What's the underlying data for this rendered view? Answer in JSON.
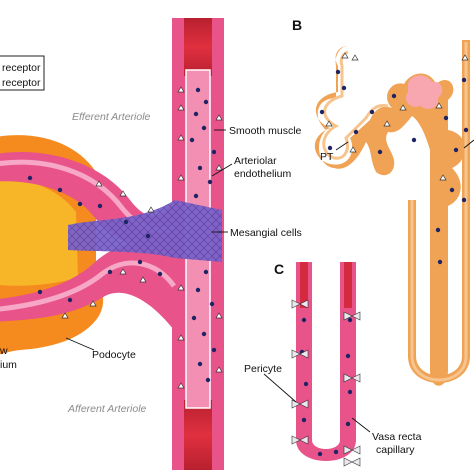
{
  "legend": {
    "row1": "receptor",
    "row2": "receptor"
  },
  "panel_a": {
    "efferent": "Efferent Arteriole",
    "afferent": "Afferent Arteriole",
    "smooth_muscle": "Smooth muscle",
    "endo_line1": "Arteriolar",
    "endo_line2": "endothelium",
    "mesangial": "Mesangial cells",
    "podocyte": "Podocyte",
    "cut_w": "w",
    "cut_ium": "ium"
  },
  "panel_b": {
    "letter": "B",
    "pt": "PT"
  },
  "panel_c": {
    "letter": "C",
    "pericyte": "Pericyte",
    "vr_line1": "Vasa recta",
    "vr_line2": "capillary"
  },
  "colors": {
    "vessel_pink": "#e8538a",
    "lumen_red": "#d42a3f",
    "glom_orange": "#f58a1f",
    "glom_yellow": "#f7b628",
    "tubule_orange": "#f0a355",
    "mesangial_purple": "#7a62c8",
    "dot_navy": "#1d2463"
  }
}
